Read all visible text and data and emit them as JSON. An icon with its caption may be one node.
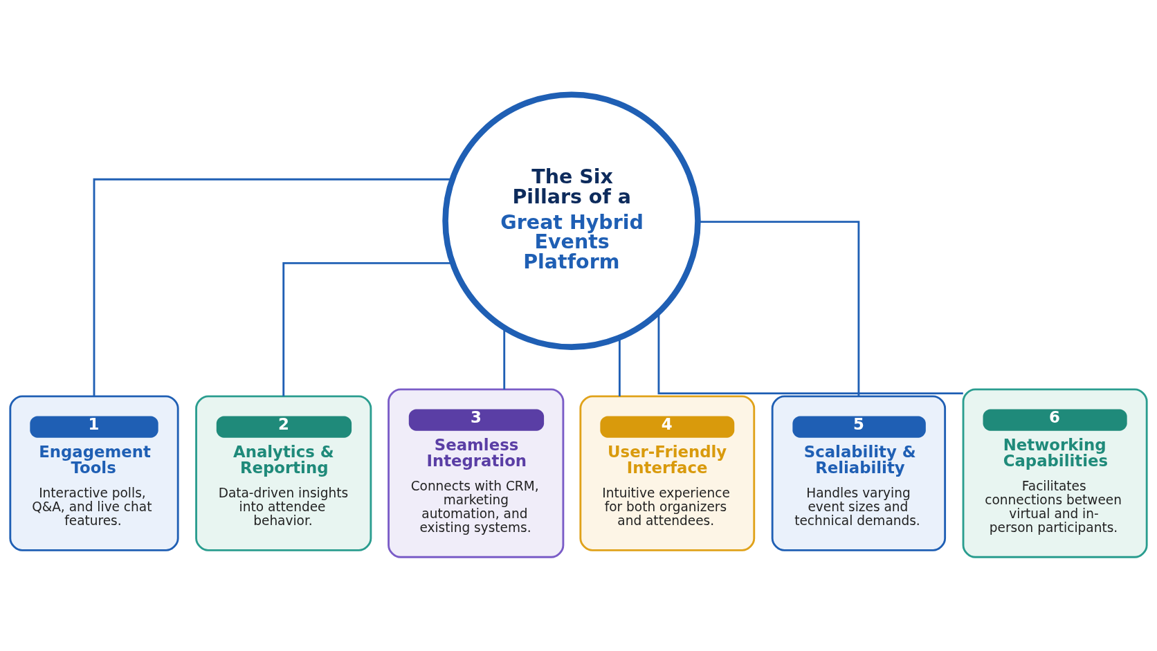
{
  "diagram": {
    "nodes": [
      {
        "text": [
          "The Six Pillars of a",
          "Great Hybrid Events Platform"
        ]
      },
      {
        "text": [
          "1",
          "Engagement Tools",
          "Interactive polls, Q&A, and live chat features."
        ]
      },
      {
        "text": [
          "2",
          "Analytics & Reporting",
          "Data-driven insights into attendee behavior."
        ]
      },
      {
        "text": [
          "3",
          "Seamless Integration",
          "Connects with CRM, marketing automation, and existing systems."
        ]
      },
      {
        "text": [
          "4",
          "User-Friendly Interface",
          "Intuitive experience for both organizers and attendees."
        ]
      },
      {
        "text": [
          "5",
          "Scalability & Reliability",
          "Handles varying event sizes and technical demands."
        ]
      },
      {
        "text": [
          "6",
          "Networking Capabilities",
          "Facilitates connections between virtual and in-person participants."
        ]
      }
    ],
    "edges": [
      {
        "from": 0,
        "to": 1,
        "arrow": "none"
      },
      {
        "from": 0,
        "to": 2,
        "arrow": "none"
      },
      {
        "from": 0,
        "to": 3,
        "arrow": "none"
      },
      {
        "from": 0,
        "to": 4,
        "arrow": "none"
      },
      {
        "from": 0,
        "to": 5,
        "arrow": "none"
      },
      {
        "from": 0,
        "to": 6,
        "arrow": "none"
      }
    ]
  }
}
